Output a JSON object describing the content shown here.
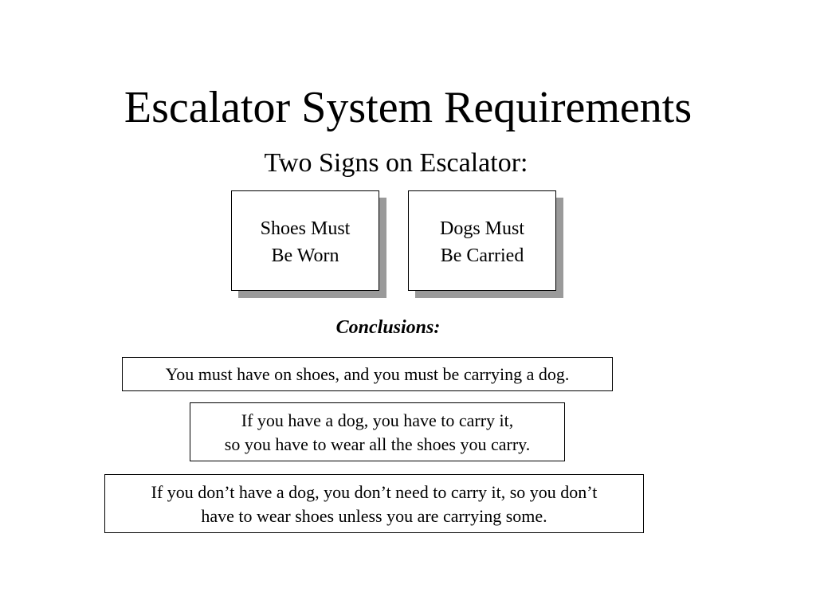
{
  "slide": {
    "title": "Escalator System Requirements",
    "subtitle": "Two Signs on Escalator:",
    "signs": [
      {
        "line1": "Shoes Must",
        "line2": "Be Worn"
      },
      {
        "line1": "Dogs Must",
        "line2": "Be Carried"
      }
    ],
    "conclusions_label": "Conclusions:",
    "conclusions": [
      {
        "line1": "You must have on shoes, and you must be carrying a dog."
      },
      {
        "line1": "If you have a dog, you have to carry it,",
        "line2": "so you have to wear all the shoes you carry."
      },
      {
        "line1": "If you don’t have a dog, you don’t need to carry it, so you don’t",
        "line2": "have to wear shoes unless you are carrying some."
      }
    ]
  }
}
